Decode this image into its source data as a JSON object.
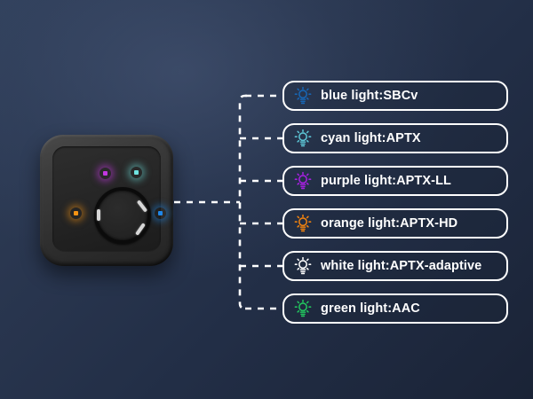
{
  "scene": {
    "title": "bluetooth codec indicator light legend",
    "background": {
      "from": "#303f5a",
      "to": "#1a2336"
    },
    "connector_color": "#ffffff"
  },
  "device": {
    "name": "bluetooth receiver device",
    "body_color": "#3a3a3a",
    "face_color": "#252525",
    "ring": {
      "name": "control-ring",
      "outline_color": "#0b0b0b",
      "segment_color": "#d6d6d6",
      "segments": 3
    },
    "leds": [
      {
        "name": "led-purple",
        "color": "#c238e0",
        "position": "top-left"
      },
      {
        "name": "led-cyan",
        "color": "#6fe3e0",
        "position": "top-right"
      },
      {
        "name": "led-orange",
        "color": "#f59314",
        "position": "middle-left"
      },
      {
        "name": "led-blue",
        "color": "#1f87e8",
        "position": "middle-right"
      }
    ]
  },
  "legend": {
    "items": [
      {
        "icon": "lightbulb-icon",
        "label": "blue light:SBCv",
        "color": "#1766b5",
        "light": "blue",
        "codec": "SBCv"
      },
      {
        "icon": "lightbulb-icon",
        "label": "cyan light:APTX",
        "color": "#5cc4d4",
        "light": "cyan",
        "codec": "APTX"
      },
      {
        "icon": "lightbulb-icon",
        "label": "purple light:APTX-LL",
        "color": "#a620e0",
        "light": "purple",
        "codec": "APTX-LL"
      },
      {
        "icon": "lightbulb-icon",
        "label": "orange light:APTX-HD",
        "color": "#f0820f",
        "light": "orange",
        "codec": "APTX-HD"
      },
      {
        "icon": "lightbulb-icon",
        "label": "white light:APTX-adaptive",
        "color": "#ffffff",
        "light": "white",
        "codec": "APTX-adaptive"
      },
      {
        "icon": "lightbulb-icon",
        "label": "green light:AAC",
        "color": "#22c55e",
        "light": "green",
        "codec": "AAC"
      }
    ]
  }
}
